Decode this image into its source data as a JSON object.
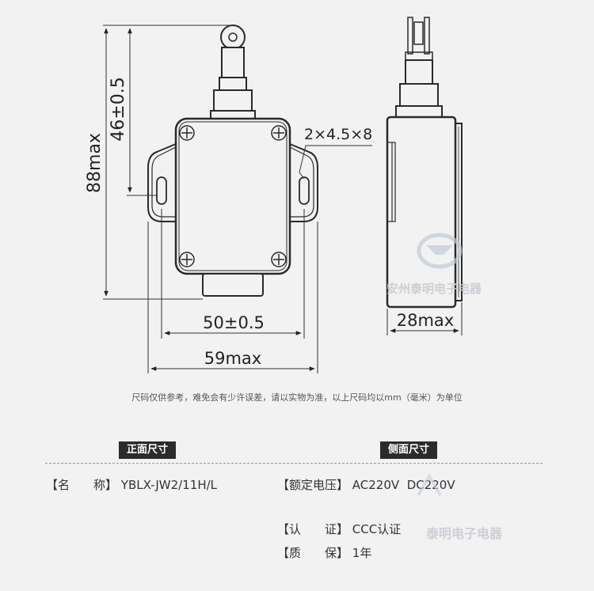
{
  "dimensions": {
    "height_total": "88max",
    "roller_height": "46±0.5",
    "hole_spec": "2×4.5×8",
    "mount_spacing": "50±0.5",
    "width_total": "59max",
    "depth_total": "28max"
  },
  "note": "尺码仅供参考，难免会有少许误差，请以实物为准，以上尺码均以mm（毫米）为单位",
  "sections": {
    "front": "正面尺寸",
    "side": "侧面尺寸"
  },
  "specs": {
    "name_label": "【名　　称】",
    "name_value": "YBLX-JW2/11H/L",
    "voltage_label": "【额定电压】",
    "voltage_value": "AC220V  DC220V",
    "cert_label": "【认　　证】",
    "cert_value": "CCC认证",
    "warranty_label": "【质　　保】",
    "warranty_value": "1年"
  },
  "watermark": {
    "text": "泰明电子电器",
    "text_partial": "安州泰明电子电器"
  },
  "colors": {
    "background": "#f2f2f2",
    "line": "#2a2a2a",
    "tag": "#2b2b2b",
    "watermark": "#c9ccd3"
  }
}
